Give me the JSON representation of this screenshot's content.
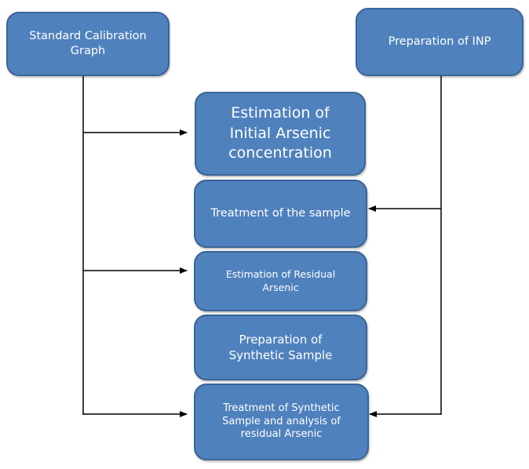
{
  "diagram": {
    "type": "flowchart",
    "colors": {
      "box_fill": "#4f81bd",
      "box_border": "#3a6496",
      "text": "#ffffff",
      "connector": "#000000"
    },
    "inputs": {
      "left": {
        "id": "calibration",
        "label": "Standard Calibration Graph"
      },
      "right": {
        "id": "inp",
        "label": "Preparation of INP"
      }
    },
    "steps": [
      {
        "id": "step1",
        "label": "Estimation of Initial Arsenic concentration"
      },
      {
        "id": "step2",
        "label": "Treatment of the sample"
      },
      {
        "id": "step3",
        "label": "Estimation of Residual Arsenic"
      },
      {
        "id": "step4",
        "label": "Preparation of Synthetic Sample"
      },
      {
        "id": "step5",
        "label": "Treatment of Synthetic Sample and analysis of residual Arsenic"
      }
    ],
    "edges": [
      {
        "from": "calibration",
        "to": "step1"
      },
      {
        "from": "inp",
        "to": "step2"
      },
      {
        "from": "calibration",
        "to": "step3"
      },
      {
        "from": "calibration",
        "to": "step5"
      },
      {
        "from": "inp",
        "to": "step5"
      }
    ]
  }
}
